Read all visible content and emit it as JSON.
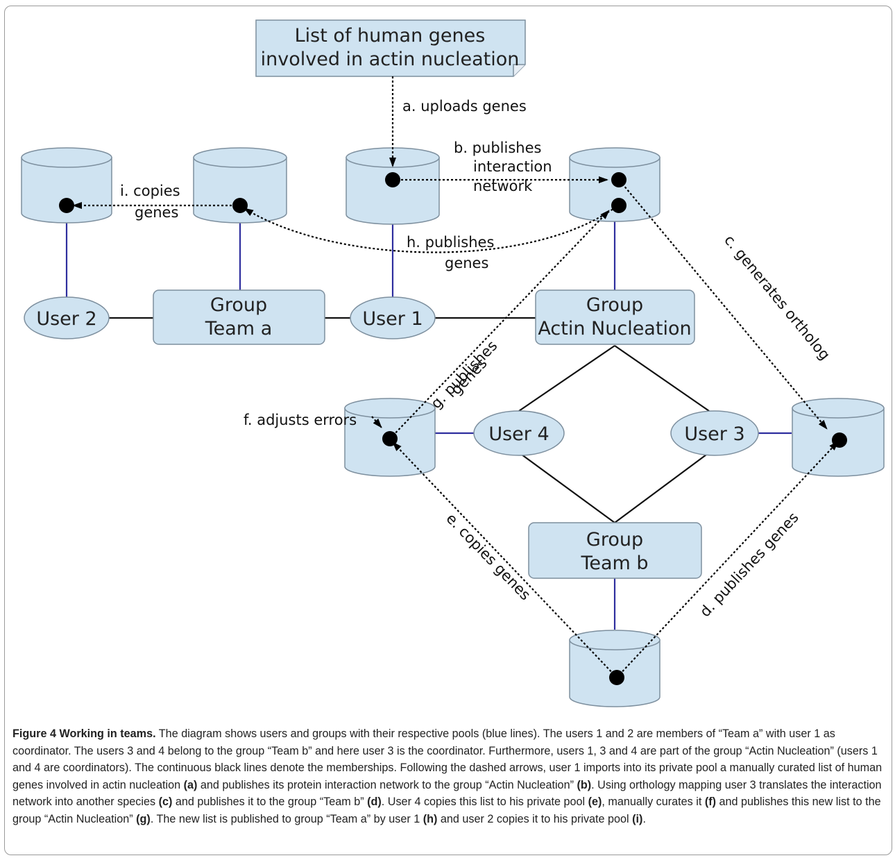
{
  "diagram": {
    "note": [
      "List of human genes",
      "involved in actin nucleation"
    ],
    "users": {
      "user2": "User 2",
      "user1": "User 1",
      "user4": "User 4",
      "user3": "User 3"
    },
    "groups": {
      "team_a": [
        "Group",
        "Team a"
      ],
      "actin": [
        "Group",
        "Actin Nucleation"
      ],
      "team_b": [
        "Group",
        "Team b"
      ]
    },
    "arrows": {
      "a": "a. uploads genes",
      "b": [
        "b. publishes",
        "interaction",
        "network"
      ],
      "c": "c. generates ortholog",
      "d": "d. publishes genes",
      "e": "e. copies genes",
      "f": "f. adjusts errors",
      "g": [
        "g. publishes",
        "genes"
      ],
      "h": [
        "h. publishes",
        "genes"
      ],
      "i": [
        "i. copies",
        "genes"
      ]
    }
  },
  "caption": {
    "title": "Figure 4 Working in teams.",
    "parts": [
      " The diagram shows users and groups with their respective pools (blue lines). The users 1 and 2 are members of “Team a” with user 1 as coordinator. The users 3 and 4 belong to the group “Team b” and here user 3 is the coordinator. Furthermore, users 1, 3 and 4 are part of the group “Actin Nucleation” (users 1 and 4 are coordinators). The continuous black lines denote the memberships. Following the dashed arrows, user 1 imports into its private pool a manually curated list of human genes involved in actin nucleation ",
      "(a)",
      " and publishes its protein interaction network to the group “Actin Nucleation” ",
      "(b)",
      ". Using orthology mapping user 3 translates the interaction network into another species ",
      "(c)",
      " and publishes it to the group “Team b” ",
      "(d)",
      ". User 4 copies this list to his private pool ",
      "(e)",
      ", manually curates it ",
      "(f)",
      " and publishes this new list to the group “Actin Nucleation” ",
      "(g)",
      ". The new list is published to group “Team a” by user 1 ",
      "(h)",
      " and user 2 copies it to his private pool ",
      "(i)",
      "."
    ]
  },
  "colors": {
    "node_fill": "#cfe3f1",
    "node_stroke": "#7d8f9e",
    "pool_link": "#2e2e9e",
    "membership": "#111111"
  }
}
